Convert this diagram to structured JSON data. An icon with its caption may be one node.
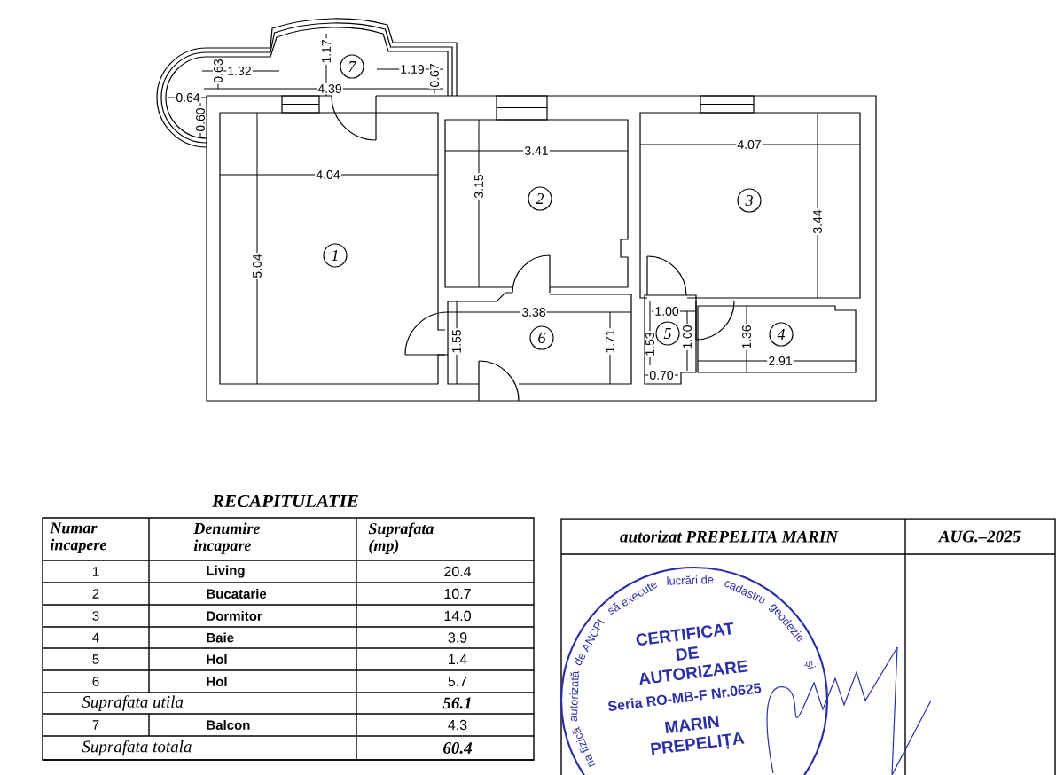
{
  "diagram": {
    "nodes": [
      {
        "text": [
          "7"
        ]
      },
      {
        "text": [
          "1"
        ]
      },
      {
        "text": [
          "2"
        ]
      },
      {
        "text": [
          "3"
        ]
      },
      {
        "text": [
          "6"
        ]
      },
      {
        "text": [
          "5"
        ]
      },
      {
        "text": [
          "4"
        ]
      },
      {
        "text": [
          "CERTIFICAT DE AUTORIZARE",
          "Seria RO-MB-F Nr.0625",
          "MARIN PREPELIȚA"
        ]
      }
    ],
    "labels": [
      "1.17",
      "1.32",
      "1.19",
      "0.63",
      "0.67",
      "4.39",
      "0.64",
      "0.60",
      "3.41",
      "4.07",
      "4.04",
      "3.15",
      "3.44",
      "5.04",
      "3.38",
      "1.00",
      "1.55",
      "1.71",
      "1.53",
      "1.00",
      "1.36",
      "2.91",
      "0.70",
      "RECAPITULATIE",
      "Numar incapere",
      "Denumire incapare",
      "Suprafata (mp)",
      "1",
      "Living",
      "20.4",
      "2",
      "Bucatarie",
      "10.7",
      "3",
      "Dormitor",
      "14.0",
      "4",
      "Baie",
      "3.9",
      "5",
      "Hol",
      "1.4",
      "6",
      "Hol",
      "5.7",
      "Suprafata utila",
      "56.1",
      "7",
      "Balcon",
      "4.3",
      "Suprafata totala",
      "60.4",
      "autorizat PREPELITA MARIN",
      "AUG.–2025",
      "na fizică",
      "autorizată",
      "de ANCPI",
      "să execute",
      "lucrări de",
      "cadastru",
      "geodezie",
      "și"
    ]
  }
}
